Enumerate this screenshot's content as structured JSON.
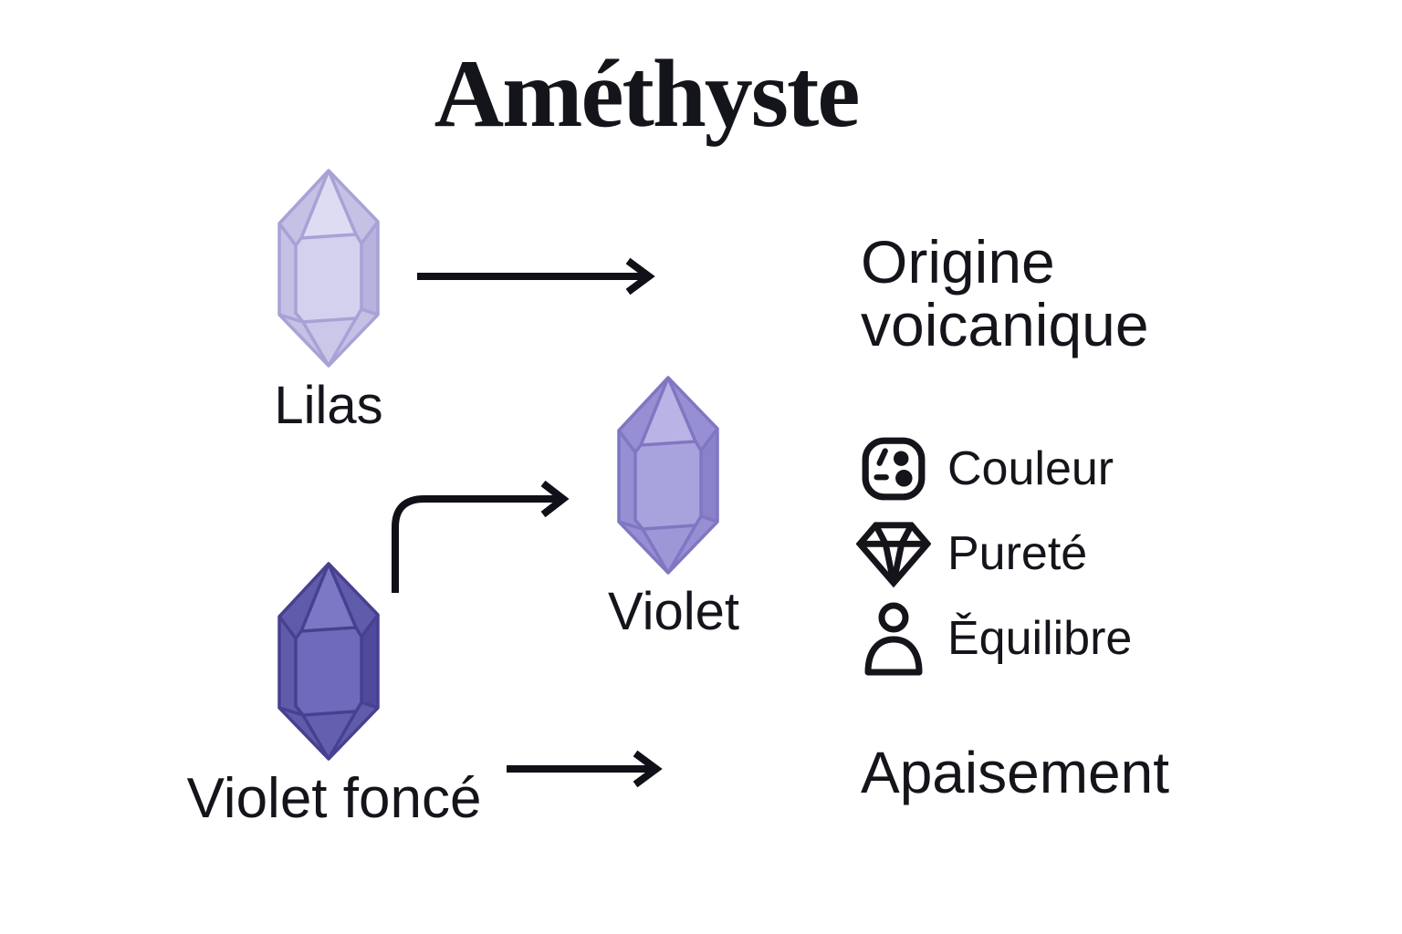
{
  "canvas": {
    "background": "#ffffff",
    "ink": "#14141b",
    "arrow_color": "#101018"
  },
  "title": "Améthyste",
  "crystals": [
    {
      "label": "Lilas",
      "colors": {
        "top": "#dedcf2",
        "face": "#d3d1ed",
        "side": "#c4c1e5",
        "right": "#b7b3de",
        "bottom": "#cac7e9",
        "stroke": "#a7a2d6"
      }
    },
    {
      "label": "Violet",
      "colors": {
        "top": "#b9b4e5",
        "face": "#a9a3dd",
        "side": "#978fd3",
        "right": "#8a82ca",
        "bottom": "#9e97d7",
        "stroke": "#7f77c2"
      }
    },
    {
      "label": "Violet foncé",
      "colors": {
        "top": "#7d78c5",
        "face": "#6f6abb",
        "side": "#605baa",
        "right": "#4f4a9b",
        "bottom": "#645faf",
        "stroke": "#474190"
      }
    }
  ],
  "right_column": {
    "origin_line1": "Origine",
    "origin_line2": "voicanique",
    "features": [
      {
        "icon": "palette-icon",
        "label": "Couleur"
      },
      {
        "icon": "diamond-icon",
        "label": "Pureté"
      },
      {
        "icon": "person-icon",
        "label": "Ěquilibre"
      }
    ],
    "soothing": "Apaisement"
  }
}
